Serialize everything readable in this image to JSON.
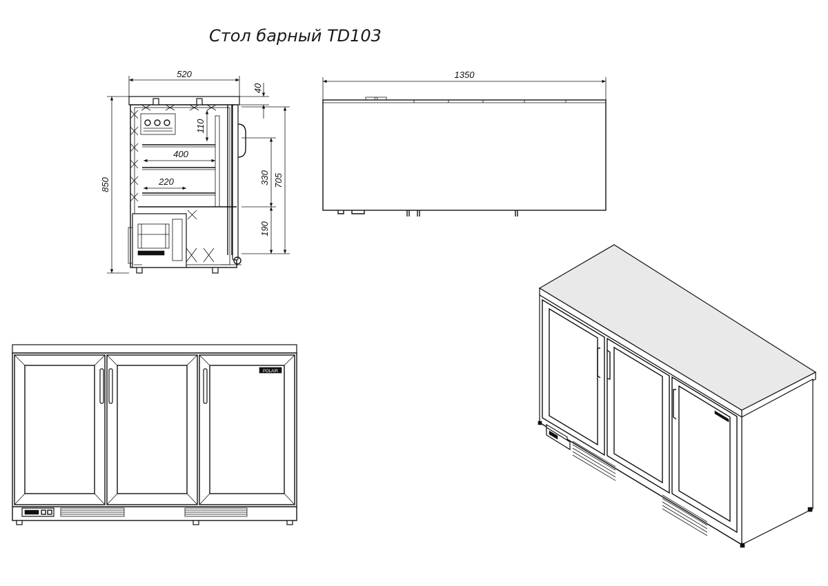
{
  "title": "Стол барный TD103",
  "dimensions": {
    "side_width": "520",
    "top_thickness": "40",
    "total_height": "850",
    "top_upper_gap": "110",
    "shelf_depth": "400",
    "shelf_spacing": "330",
    "internal_height": "705",
    "lower_shelf_depth": "220",
    "bottom_gap": "190",
    "total_length": "1350"
  },
  "brand_plate": "POLAIR"
}
